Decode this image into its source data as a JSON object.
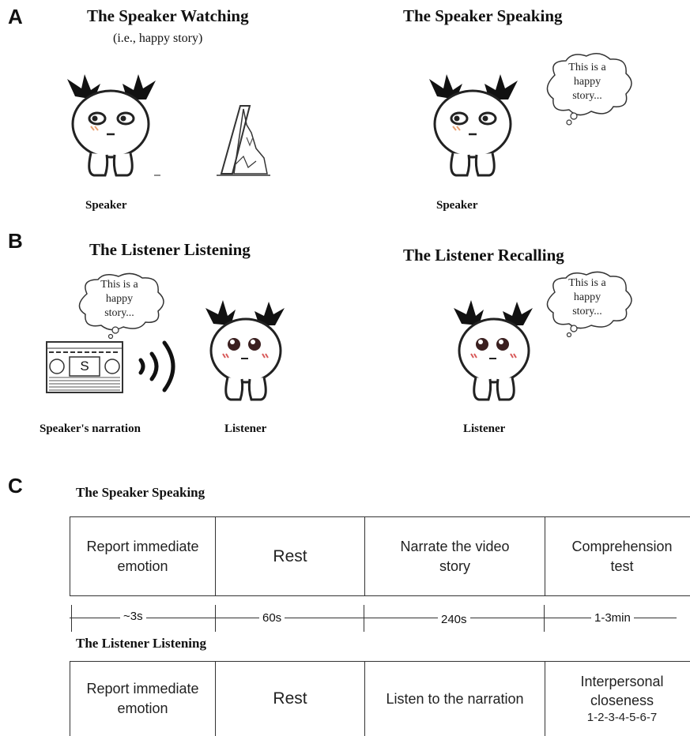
{
  "panel_a": {
    "letter": "A",
    "left_title": "The Speaker Watching",
    "left_subtitle": "(i.e., happy story)",
    "right_title": "The Speaker Speaking",
    "left_caption": "Speaker",
    "right_caption": "Speaker",
    "bubble": [
      "This is a",
      "happy",
      "story..."
    ]
  },
  "panel_b": {
    "letter": "B",
    "left_title": "The Listener Listening",
    "right_title": "The Listener Recalling",
    "tape_label": "S",
    "caption_tape": "Speaker's narration",
    "caption_listener_left": "Listener",
    "caption_listener_right": "Listener",
    "bubble": [
      "This is a",
      "happy",
      "story..."
    ]
  },
  "panel_c": {
    "letter": "C",
    "speaker_title": "The Speaker Speaking",
    "speaker_cells": [
      {
        "lines": [
          "Report immediate",
          "emotion"
        ]
      },
      {
        "lines": [
          "Rest"
        ]
      },
      {
        "lines": [
          "Narrate the video",
          "story"
        ]
      },
      {
        "lines": [
          "Comprehension",
          "test"
        ]
      }
    ],
    "durations": [
      "~3s",
      "60s",
      "240s",
      "1-3min"
    ],
    "listener_title": "The Listener Listening",
    "listener_cells": [
      {
        "lines": [
          "Report immediate",
          "emotion"
        ]
      },
      {
        "lines": [
          "Rest"
        ]
      },
      {
        "lines": [
          "Listen to the narration"
        ]
      },
      {
        "lines": [
          "Interpersonal",
          "closeness",
          "1-2-3-4-5-6-7"
        ]
      }
    ]
  }
}
